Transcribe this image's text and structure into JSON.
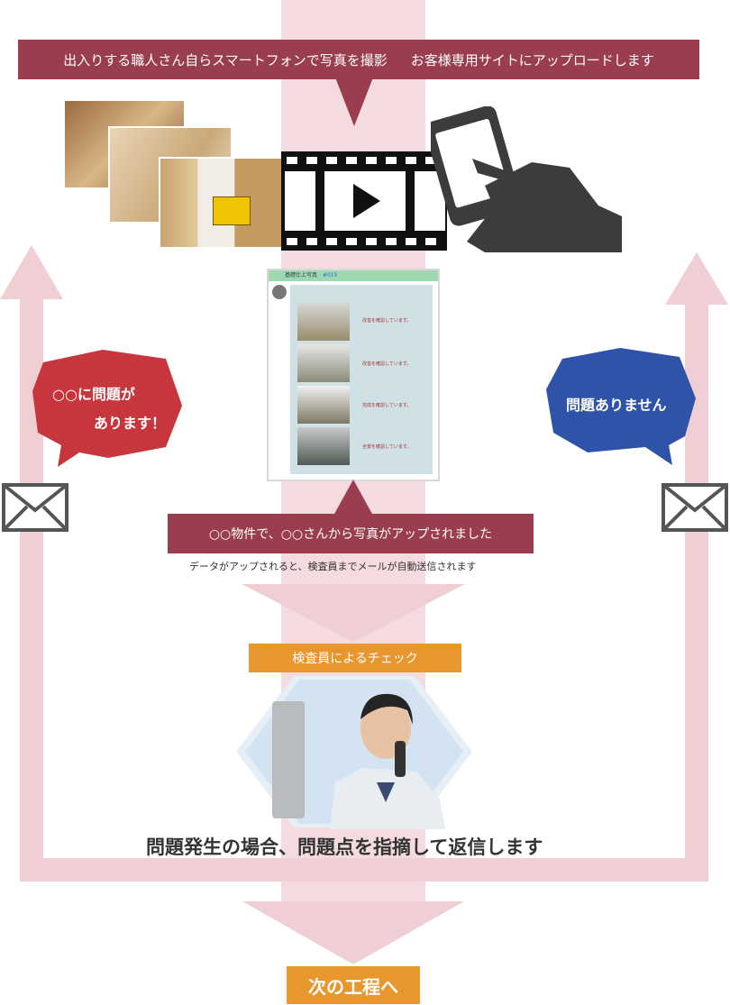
{
  "top_banner": {
    "text_left": "出入りする職人さん自らスマートフォンで写真を撮影",
    "text_right": "お客様専用サイトにアップロードします"
  },
  "site_screenshot": {
    "header_label": "基礎仕上写真",
    "header_id": "#015",
    "row_captions": [
      "改善を確認しています。",
      "改善を確認しています。",
      "完成を確認しています。",
      "全景を確認しています。"
    ]
  },
  "bubble_problem": {
    "line1": "○○に問題が",
    "line2": "あります！"
  },
  "bubble_ok": {
    "text": "問題ありません"
  },
  "notify_banner": {
    "text": "○○物件で、○○さんから写真がアップされました"
  },
  "notify_subtext": "データがアップされると、検査員までメールが自動送信されます",
  "check_label": "検査員によるチェック",
  "reply_text": "問題発生の場合、問題点を指摘して返信します",
  "next_step": "次の工程へ",
  "colors": {
    "flow_pink": "#efcfd4",
    "banner_maroon": "#9a3d4e",
    "bubble_red": "#c6363c",
    "bubble_blue": "#2e53a8",
    "label_orange": "#e8972f"
  },
  "icons": [
    "photo-stack",
    "film-play-icon",
    "smartphone-hand-icon",
    "mail-icon",
    "inspector-photo"
  ]
}
